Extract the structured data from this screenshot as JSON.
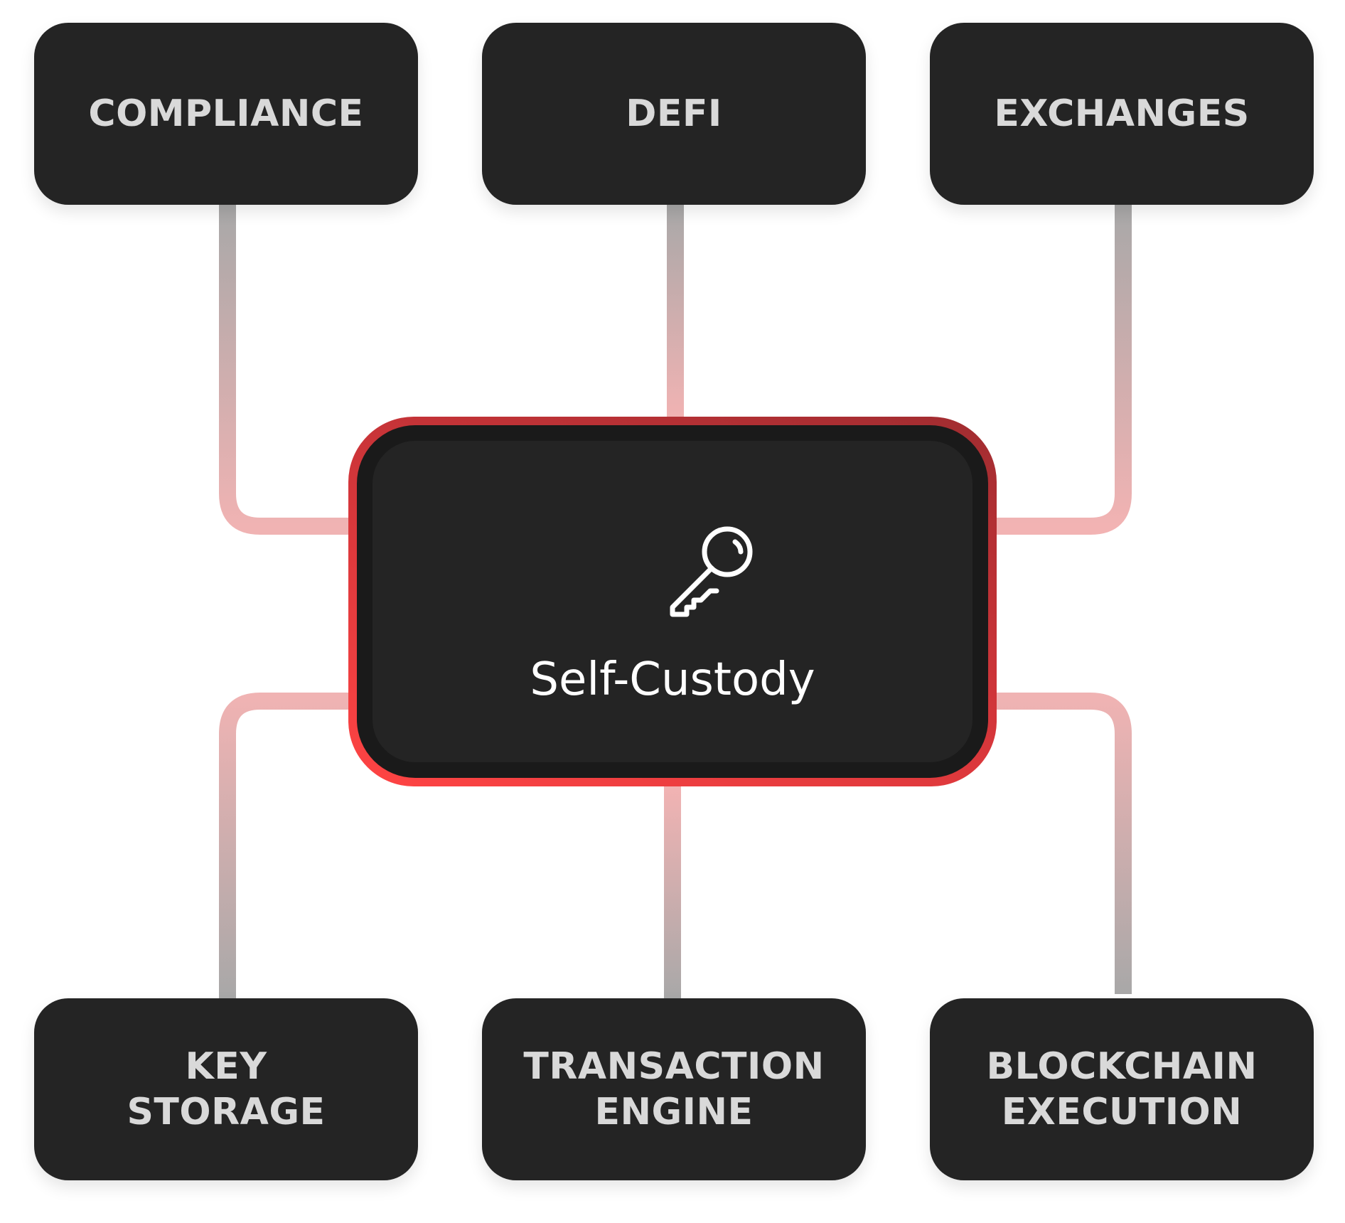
{
  "nodes": {
    "compliance": "COMPLIANCE",
    "defi": "DEFI",
    "exchanges": "EXCHANGES",
    "key_storage": "KEY\nSTORAGE",
    "transaction_engine": "TRANSACTION\nENGINE",
    "blockchain_execution": "BLOCKCHAIN\nEXECUTION"
  },
  "center": {
    "label": "Self-Custody",
    "icon": "key-icon"
  },
  "colors": {
    "node_background": "#242424",
    "node_text": "#d9d9d9",
    "center_border": "#ff4444",
    "connector_gray": "#a6a6a6",
    "connector_pink": "#f2b3b3"
  }
}
